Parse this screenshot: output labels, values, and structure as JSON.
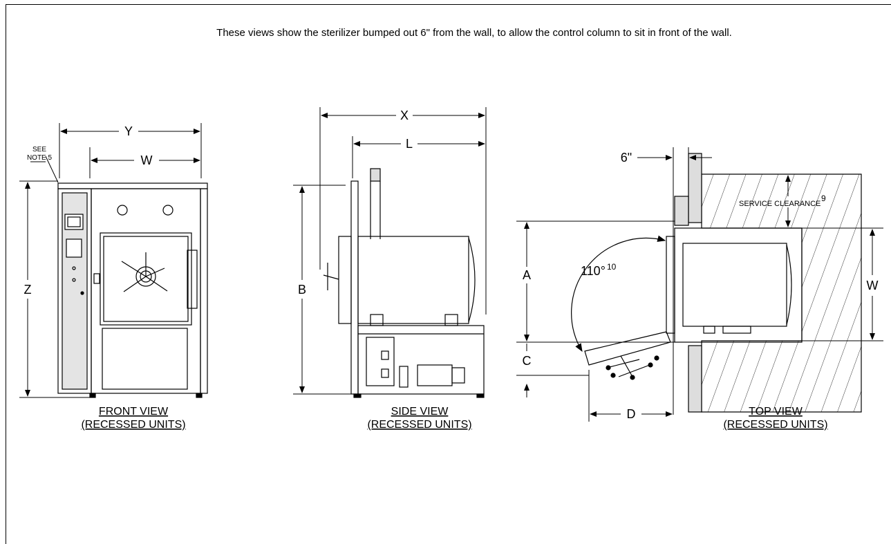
{
  "header_note": "These views show the sterilizer bumped out 6\" from the wall, to allow the control column to sit in front of the wall.",
  "front_view": {
    "caption_line1": "FRONT VIEW",
    "caption_line2": "(RECESSED UNITS)",
    "note_line1": "SEE",
    "note_line2": "NOTE 5",
    "dim_y": "Y",
    "dim_w": "W",
    "dim_z": "Z"
  },
  "side_view": {
    "caption_line1": "SIDE VIEW",
    "caption_line2": "(RECESSED UNITS)",
    "dim_x": "X",
    "dim_l": "L",
    "dim_b": "B"
  },
  "top_view": {
    "caption_line1": "TOP VIEW",
    "caption_line2": "(RECESSED UNITS)",
    "dim_6in": "6\"",
    "service_clearance": "SERVICE CLEARANCE",
    "service_sup": "9",
    "dim_a": "A",
    "dim_c": "C",
    "dim_d": "D",
    "dim_w": "W",
    "angle": "110°",
    "angle_sup": "10"
  }
}
